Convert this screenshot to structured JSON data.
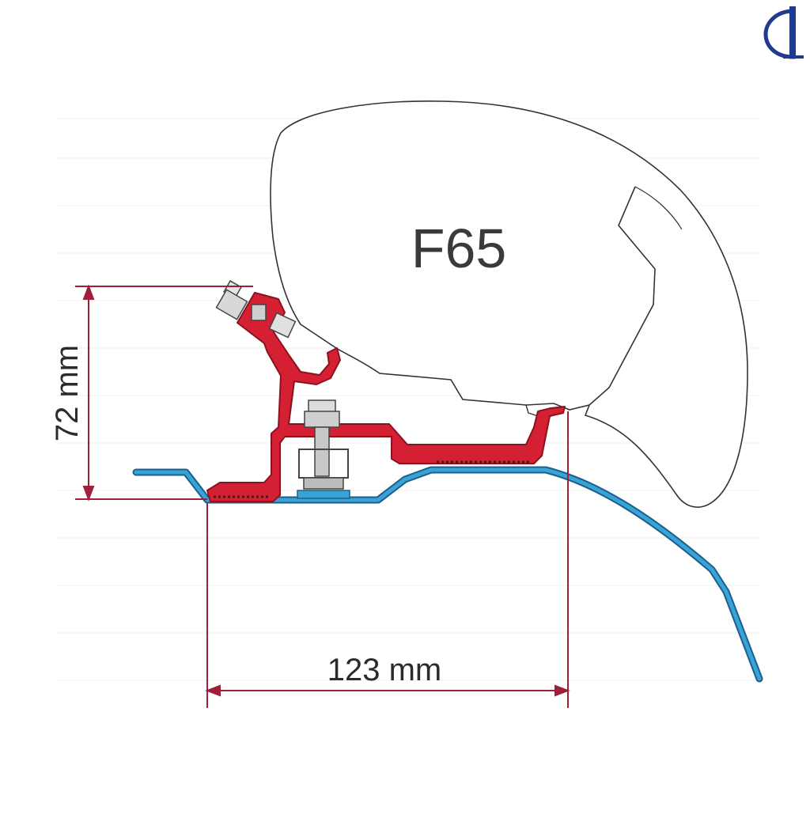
{
  "awning_model": "F65",
  "dimensions": {
    "height": "72 mm",
    "width": "123 mm"
  },
  "colors": {
    "bracket": "#d42032",
    "vehicle_roof": "#3aa3d6",
    "dimension_lines": "#a0203a",
    "awning_outline": "#333333",
    "logo": "#1f3b8f"
  },
  "icons": {
    "logo": "brand-logo-icon"
  }
}
